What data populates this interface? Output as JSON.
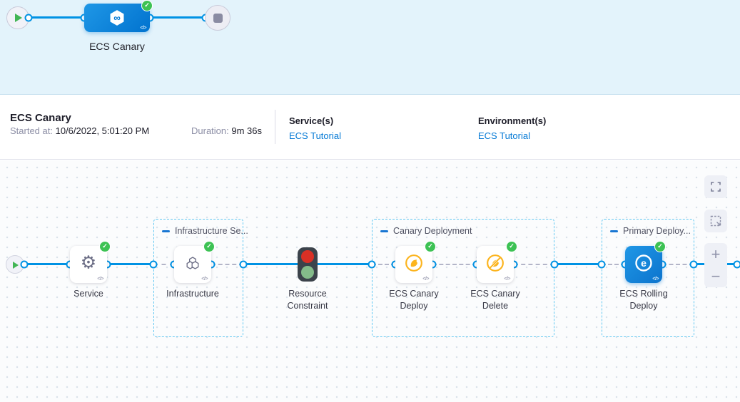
{
  "top_graph": {
    "stage_label": "ECS Canary",
    "stage_status": "success"
  },
  "summary": {
    "title": "ECS Canary",
    "started_label": "Started at:",
    "started_value": "10/6/2022, 5:01:20 PM",
    "duration_label": "Duration:",
    "duration_value": "9m 36s",
    "services_label": "Service(s)",
    "services_link": "ECS Tutorial",
    "environments_label": "Environment(s)",
    "environments_link": "ECS Tutorial"
  },
  "canvas": {
    "groups": [
      {
        "label": "Infrastructure Se..."
      },
      {
        "label": "Canary Deployment"
      },
      {
        "label": "Primary Deploy..."
      }
    ],
    "steps": [
      {
        "label": "Service",
        "icon": "gear-icon",
        "status": "success"
      },
      {
        "label": "Infrastructure",
        "icon": "hexagons-icon",
        "status": "success"
      },
      {
        "label": "Resource Constraint",
        "icon": "traffic-light-icon",
        "status": "waiting"
      },
      {
        "label": "ECS Canary Deploy",
        "icon": "canary-icon",
        "status": "success"
      },
      {
        "label": "ECS Canary Delete",
        "icon": "canary-crossed-icon",
        "status": "success"
      },
      {
        "label": "ECS Rolling Deploy",
        "icon": "ecs-icon",
        "status": "success"
      }
    ]
  },
  "controls": {
    "zoom_in": "+",
    "zoom_out": "−",
    "fullscreen": "fullscreen",
    "marquee": "marquee-select"
  },
  "glyphs": {
    "code": "</>",
    "check": "✓",
    "infinity": "∞",
    "gear": "⚙",
    "ecs_letter": "e"
  },
  "colors": {
    "accent_blue": "#0278d5",
    "line_blue": "#0092e4",
    "success_green": "#3dc254",
    "warning_yellow": "#fcb41e",
    "group_border_blue": "#62c8f2",
    "top_section_bg": "#e3f3fb",
    "traffic_red": "#d93025",
    "traffic_green": "#84bb8a"
  }
}
